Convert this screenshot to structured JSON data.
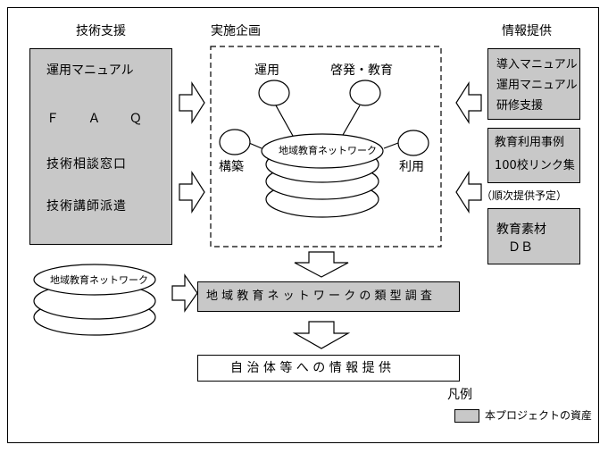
{
  "left": {
    "header": "技術支援",
    "items": [
      "運用マニュアル",
      "Ｆ Ａ Ｑ",
      "技術相談窓口",
      "技術講師派遣"
    ]
  },
  "center": {
    "header": "実施企画",
    "network_label": "地域教育ネットワーク",
    "nodes": {
      "top_left": "運用",
      "top_right": "啓発・教育",
      "left": "構築",
      "right": "利用"
    }
  },
  "right": {
    "header": "情報提供",
    "box1": [
      "導入マニュアル",
      "運用マニュアル",
      "研修支援"
    ],
    "box2": [
      "教育利用事例",
      "100校リンク集"
    ],
    "note": "（順次提供予定）",
    "box3": [
      "教育素材",
      "ＤＢ"
    ]
  },
  "bottom": {
    "stack_label": "地域教育ネットワーク",
    "survey": "地 域 教 育 ネ ッ ト ワ ー ク の 類 型 調 査",
    "provision": "自 治 体 等 へ の 情 報 提 供"
  },
  "legend": {
    "title": "凡例",
    "item": "本プロジェクトの資産",
    "swatch_color": "#c8c8c8"
  }
}
